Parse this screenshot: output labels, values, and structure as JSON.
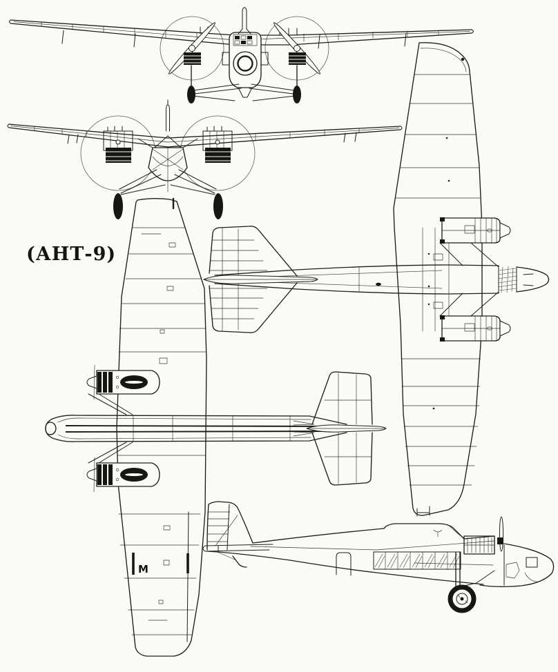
{
  "page": {
    "background_color": "#fbfaf7",
    "ink_color": "#1d1d1a"
  },
  "diagram": {
    "designation_label": "(АНТ-9)",
    "wing_marking": "M",
    "views": [
      "front-view-three-engine",
      "front-view-twin-engine",
      "top-view-twin-engine-nose-left",
      "top-view-three-engine-nose-right",
      "side-view-nose-right"
    ]
  }
}
